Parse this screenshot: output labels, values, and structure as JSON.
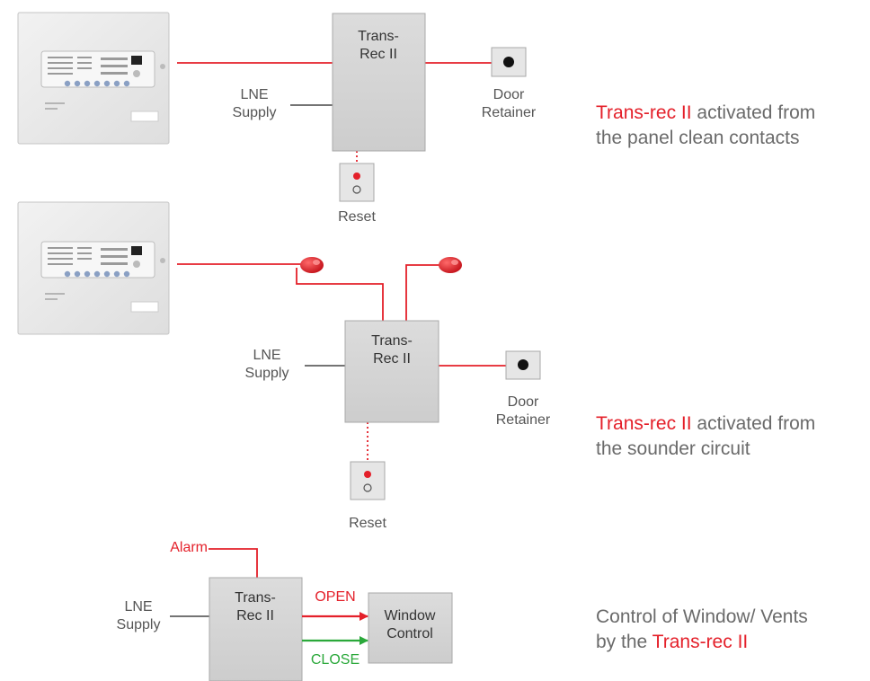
{
  "colors": {
    "accent": "#e4202a",
    "open_arrow": "#e4202a",
    "close_arrow": "#2aa83a",
    "box_fill": "#d4d4d4",
    "box_border": "#a8a8a8",
    "text": "#555555"
  },
  "diagram1": {
    "transrec": [
      "Trans-",
      "Rec II"
    ],
    "supply": [
      "LNE",
      "Supply"
    ],
    "retainer": [
      "Door",
      "Retainer"
    ],
    "reset": "Reset",
    "caption": {
      "accent": "Trans-rec II",
      "rest": " activated from",
      "line2": "the panel clean contacts"
    }
  },
  "diagram2": {
    "transrec": [
      "Trans-",
      "Rec II"
    ],
    "supply": [
      "LNE",
      "Supply"
    ],
    "retainer": [
      "Door",
      "Retainer"
    ],
    "reset": "Reset",
    "caption": {
      "accent": "Trans-rec II",
      "rest": " activated from",
      "line2": "the sounder circuit"
    }
  },
  "diagram3": {
    "alarm": "Alarm",
    "transrec": [
      "Trans-",
      "Rec II"
    ],
    "supply": [
      "LNE",
      "Supply"
    ],
    "open": "OPEN",
    "close": "CLOSE",
    "window_control": [
      "Window",
      "Control"
    ],
    "caption": {
      "line1": "Control of Window/ Vents",
      "prefix": "by the ",
      "accent": "Trans-rec II"
    }
  }
}
